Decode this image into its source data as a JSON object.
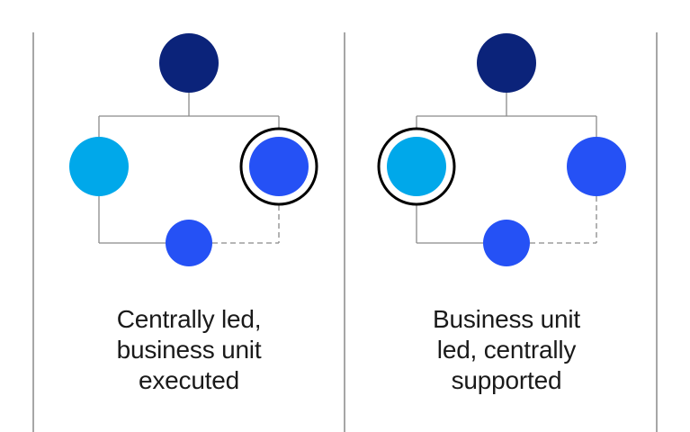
{
  "colors": {
    "background": "#ffffff",
    "divider": "#777777",
    "connector": "#8a8a8a",
    "dark_navy": "#0b237a",
    "light_blue": "#00a8ea",
    "bright_blue": "#2551f5",
    "highlight_ring": "#000000",
    "text": "#1a1a1a"
  },
  "models": [
    {
      "caption_lines": [
        "Centrally led,",
        "business unit",
        "executed"
      ],
      "top_node": "dark_navy",
      "left_node": "light_blue",
      "right_node": "bright_blue",
      "bottom_node": "bright_blue",
      "highlighted_node": "right",
      "dashed_connector_side": "right"
    },
    {
      "caption_lines": [
        "Business unit",
        "led, centrally",
        "supported"
      ],
      "top_node": "dark_navy",
      "left_node": "light_blue",
      "right_node": "bright_blue",
      "bottom_node": "bright_blue",
      "highlighted_node": "left",
      "dashed_connector_side": "right"
    }
  ]
}
